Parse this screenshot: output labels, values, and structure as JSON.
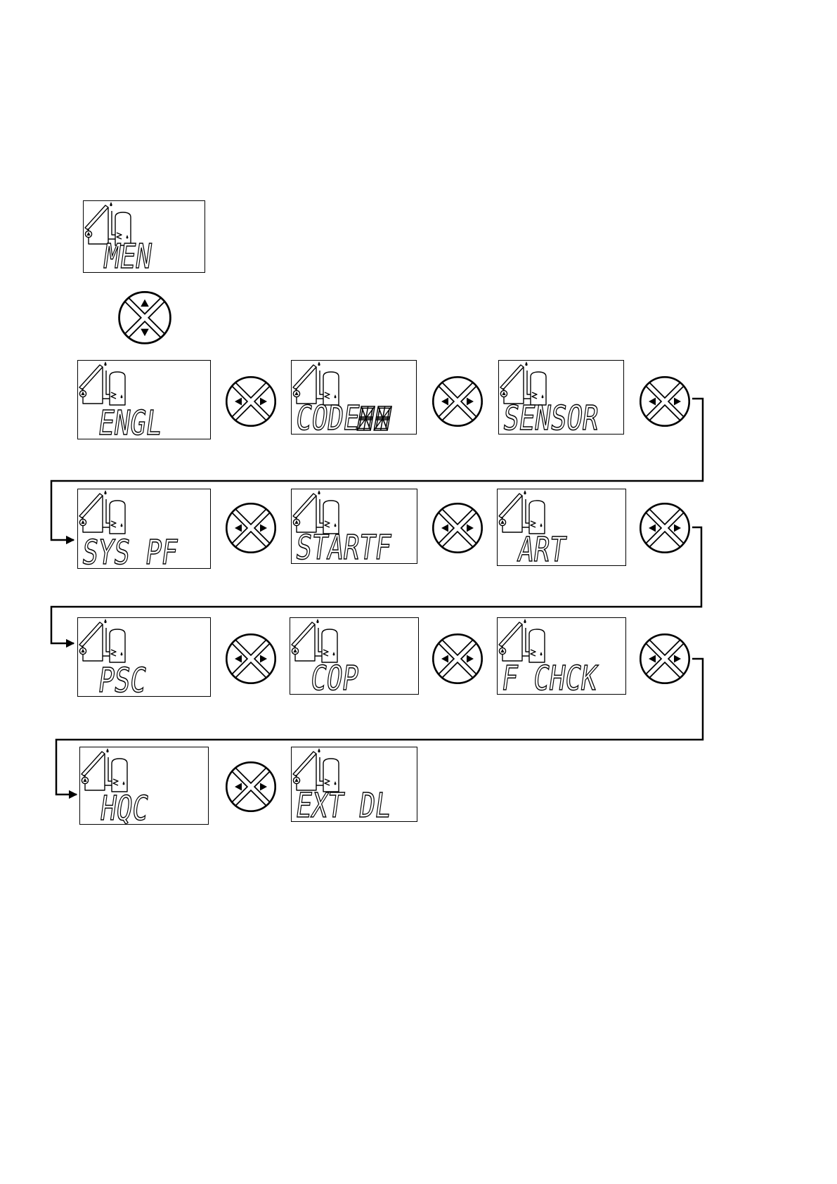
{
  "screens": [
    {
      "id": "men",
      "label": "MEN"
    },
    {
      "id": "engl",
      "label": "ENGL"
    },
    {
      "id": "code",
      "label": "CODE"
    },
    {
      "id": "sensor",
      "label": "SENSOR"
    },
    {
      "id": "sys-pf",
      "label": "SYS PF"
    },
    {
      "id": "startf",
      "label": "STARTF"
    },
    {
      "id": "art",
      "label": "ART"
    },
    {
      "id": "psc",
      "label": "PSC"
    },
    {
      "id": "cop",
      "label": "COP"
    },
    {
      "id": "f-chck",
      "label": "F CHCK"
    },
    {
      "id": "hqc",
      "label": "HQC"
    },
    {
      "id": "ext-dl",
      "label": "EXT DL"
    }
  ],
  "icons": {
    "system": "solar-system-icon",
    "keypad_up_down": "up-down-keypad-icon",
    "keypad_left_right": "left-right-keypad-icon",
    "flow_arrow": "arrow-right-icon"
  }
}
